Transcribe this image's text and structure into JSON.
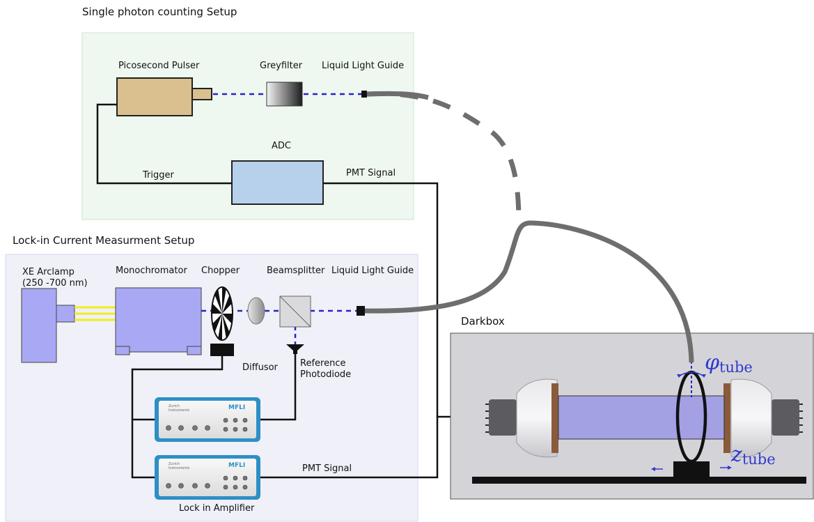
{
  "titles": {
    "single_photon": "Single photon counting Setup",
    "lockin": "Lock-in Current Measurment Setup",
    "darkbox": "Darkbox"
  },
  "single_photon_labels": {
    "pulser": "Picosecond Pulser",
    "greyfilter": "Greyfilter",
    "light_guide": "Liquid Light Guide",
    "adc": "ADC",
    "trigger": "Trigger",
    "pmt_signal": "PMT Signal"
  },
  "lockin_labels": {
    "arclamp_line1": "XE Arclamp",
    "arclamp_line2": "(250 -700 nm)",
    "monochromator": "Monochromator",
    "chopper": "Chopper",
    "beamsplitter": "Beamsplitter",
    "light_guide": "Liquid Light Guide",
    "diffusor": "Diffusor",
    "photodiode_line1": "Reference",
    "photodiode_line2": "Photodiode",
    "pmt_signal": "PMT Signal",
    "lockin_amplifier": "Lock in Amplifier"
  },
  "amplifier_device": {
    "brand_line1": "Zurich",
    "brand_line2": "Instruments",
    "model": "MFLI"
  },
  "darkbox_labels": {
    "phi_symbol": "φ",
    "phi_sub": "tube",
    "z_symbol": "z",
    "z_sub": "tube"
  },
  "colors": {
    "pulser_fill": "#d9c08e",
    "adc_fill": "#b7d0ec",
    "lamp_fill": "#a8a8f4",
    "beam_dash": "#2a22c8",
    "lamp_beam": "#f2ec1a",
    "fiber": "#6e6e6e",
    "single_bg": "#eef8f0",
    "lockin_bg": "#eff0f8",
    "darkbox_bg": "#d4d4d8",
    "device_blue": "#2e8fc6",
    "math_blue": "#2f3ad0"
  },
  "icons": [
    "chopper-wheel-icon",
    "lens-icon",
    "beamsplitter-cube-icon",
    "photodiode-icon",
    "pmt-tube-icon",
    "lockin-device-icon"
  ]
}
